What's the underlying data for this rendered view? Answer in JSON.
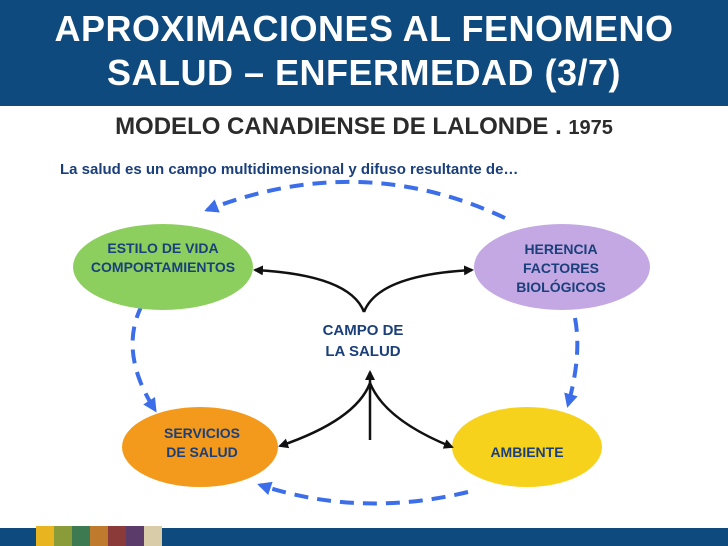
{
  "header": {
    "title_line1": "APROXIMACIONES AL FENOMENO",
    "title_line2": "SALUD – ENFERMEDAD (3/7)"
  },
  "subtitle": {
    "text": "MODELO CANADIENSE  DE LALONDE . ",
    "year": "1975"
  },
  "intro": "La salud es un campo multidimensional y difuso resultante de…",
  "diagram": {
    "center": {
      "line1": "CAMPO DE",
      "line2": "LA SALUD"
    },
    "nodes": {
      "estilo": {
        "line1": "ESTILO DE VIDA",
        "line2": "COMPORTAMIENTOS",
        "color": "#8dcf5f"
      },
      "herencia": {
        "line1": "HERENCIA",
        "line2": "FACTORES",
        "line3": "BIOLÓGICOS",
        "color": "#c3a8e3"
      },
      "servicios": {
        "line1": "SERVICIOS",
        "line2": "DE SALUD",
        "color": "#f39a1c"
      },
      "ambiente": {
        "line1": "AMBIENTE",
        "color": "#f7d21c"
      }
    },
    "colors": {
      "dashed_arrows": "#3b6ee8",
      "arrows": "#111111"
    }
  },
  "footer": {
    "swatches": [
      "#e8b41f",
      "#8a9b3a",
      "#3d7a52",
      "#c07a2e",
      "#8b3a3a",
      "#5a3b6a",
      "#d9cda9"
    ],
    "bar_color": "#0f4a7e"
  }
}
